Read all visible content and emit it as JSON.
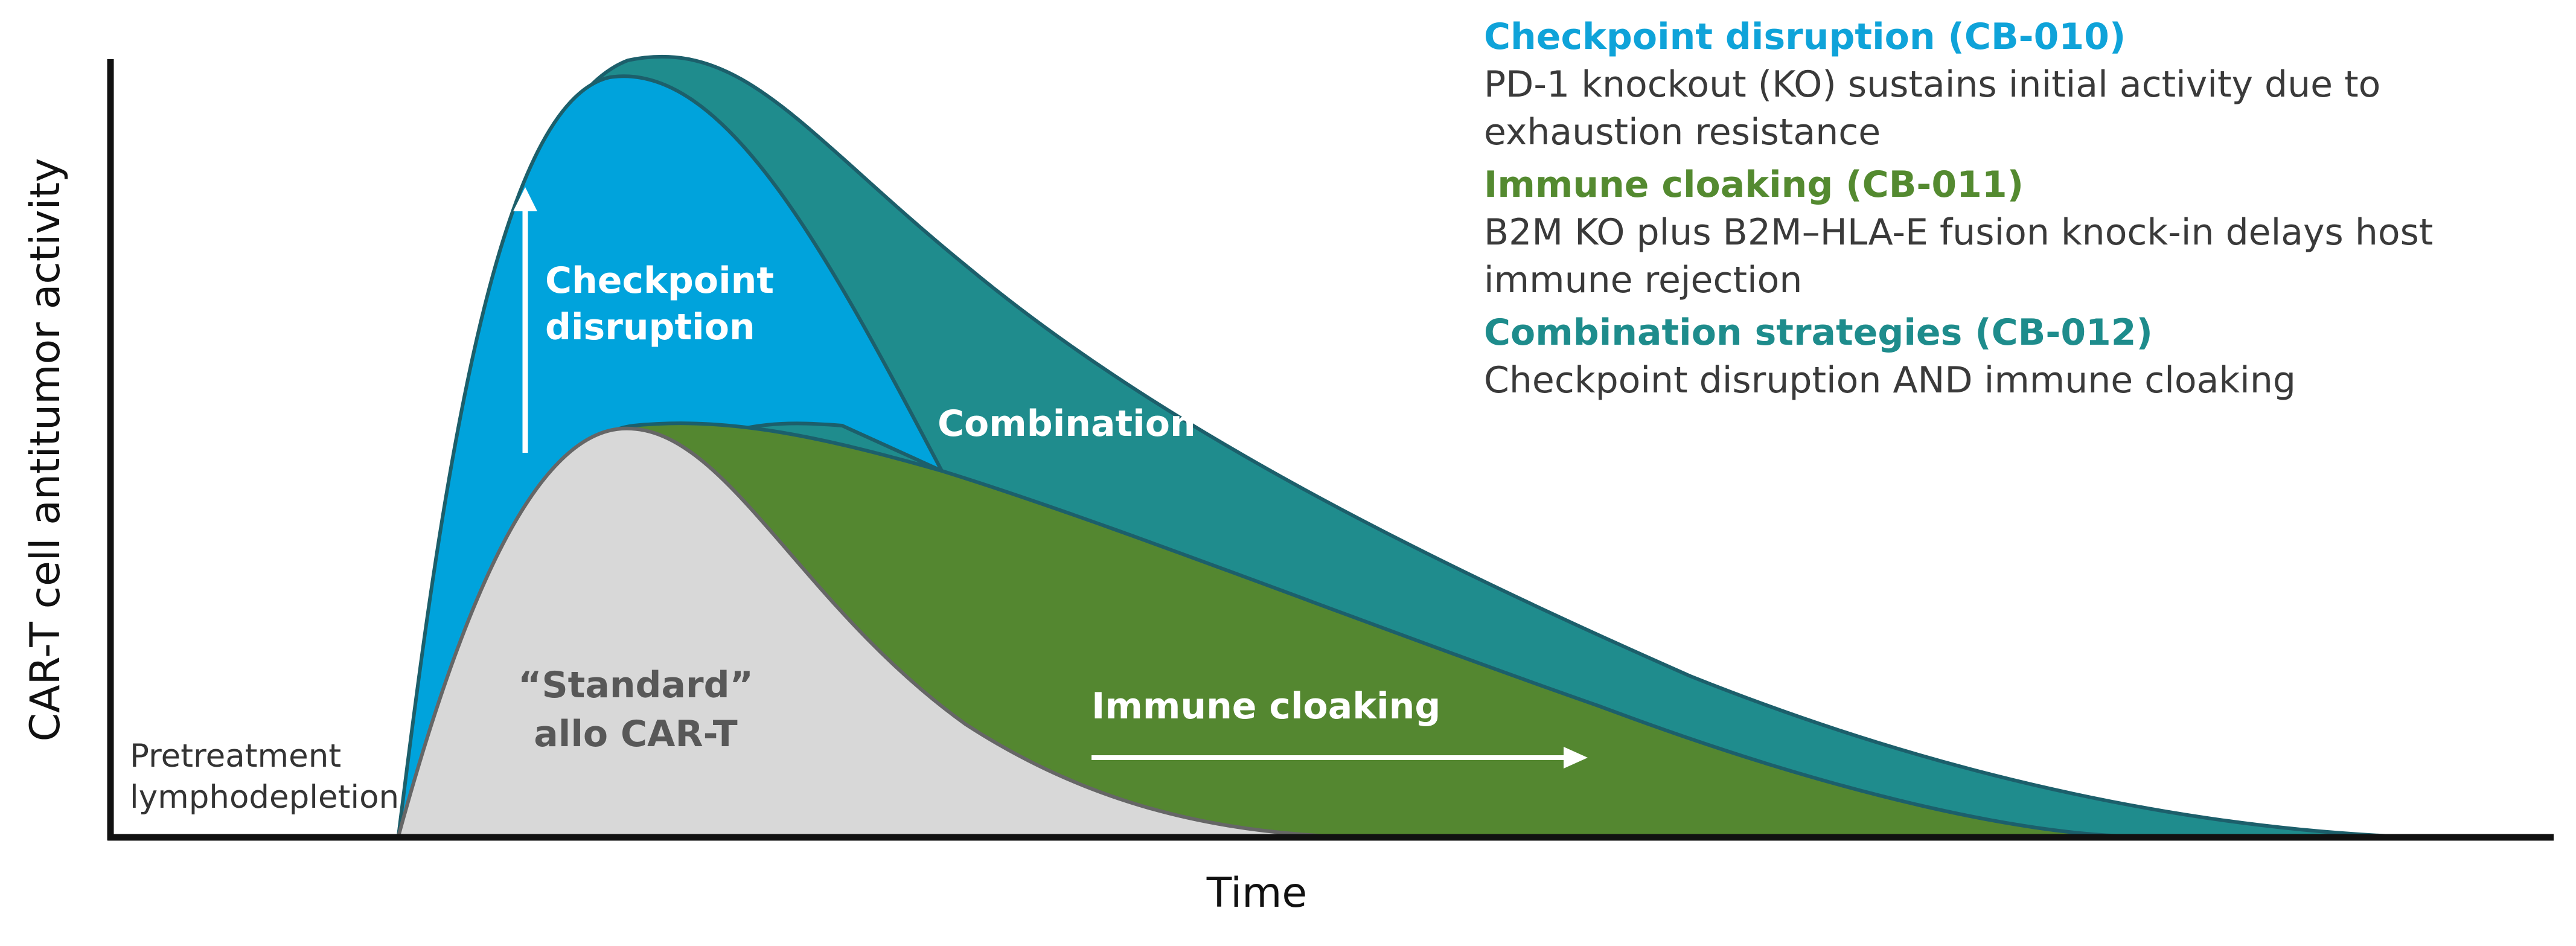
{
  "axes": {
    "y_title": "CAR-T cell antitumor activity",
    "x_title": "Time"
  },
  "annotations": {
    "pretreatment": [
      "Pretreatment",
      "lymphodepletion"
    ],
    "checkpoint_region": [
      "Checkpoint",
      "disruption"
    ],
    "combination_region": "Combination",
    "standard_region": [
      "“Standard”",
      "allo CAR-T"
    ],
    "cloaking_region": "Immune cloaking"
  },
  "legend": {
    "items": [
      {
        "heading": "Checkpoint disruption (CB-010)",
        "description": "PD-1 knockout (KO) sustains initial activity due to exhaustion resistance",
        "color": "#0fa3d9"
      },
      {
        "heading": "Immune cloaking (CB-011)",
        "description": "B2M KO plus B2M–HLA-E fusion knock-in delays host immune rejection",
        "color": "#548a30"
      },
      {
        "heading": "Combination strategies (CB-012)",
        "description": "Checkpoint disruption AND immune cloaking",
        "color": "#1e8c8c"
      }
    ]
  },
  "colors": {
    "checkpoint_fill": "#00a3dc",
    "combination_fill": "#1f8c8d",
    "cloaking_fill": "#548730",
    "standard_fill": "#d8d8d8",
    "axis": "#111111"
  }
}
